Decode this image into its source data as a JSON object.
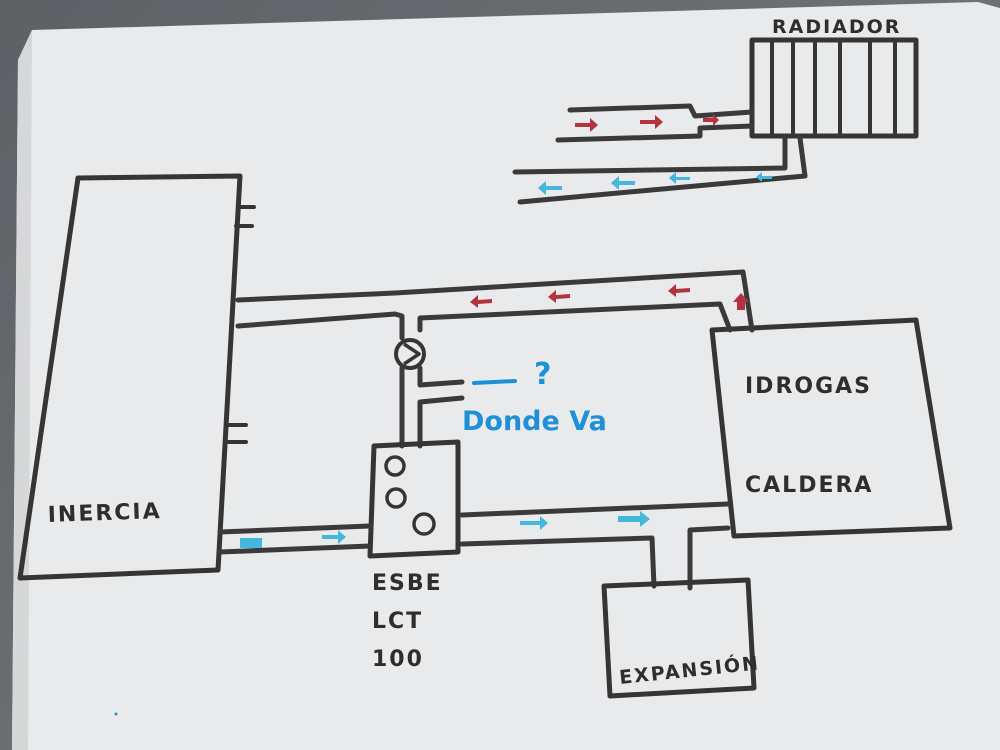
{
  "labels": {
    "radiador": "RADIADOR",
    "inercia": "INERCIA",
    "idrogas": "IDROGAS",
    "caldera": "CALDERA",
    "valve_line1": "ESBE",
    "valve_line2": "LCT",
    "valve_line3": "100",
    "expansion": "EXPANSIÓN",
    "question": "Donde Va",
    "question_mark": "?"
  },
  "colors": {
    "hot_flow": "#b3343e",
    "cold_flow": "#45b6dc",
    "annotation": "#1f8fd8",
    "ink": "#353535"
  },
  "icons": [
    "pump-icon",
    "hot-flow-arrow-icon",
    "cold-flow-arrow-icon",
    "radiator-icon"
  ]
}
